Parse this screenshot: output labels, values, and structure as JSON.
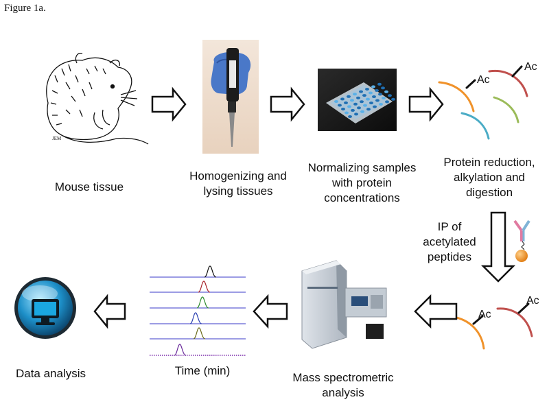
{
  "figure_title": "Figure 1a.",
  "steps": {
    "mouse": "Mouse tissue",
    "homogenize": [
      "Homogenizing and",
      "lysing tissues"
    ],
    "normalize": [
      "Normalizing samples",
      "with protein",
      "concentrations"
    ],
    "reduction": [
      "Protein reduction,",
      "alkylation and",
      "digestion"
    ],
    "ip": [
      "IP of",
      "acetylated",
      "peptides"
    ],
    "mass_spec": [
      "Mass spectrometric",
      "analysis"
    ],
    "time_label": "Time (min)",
    "data_analysis": "Data analysis"
  },
  "peptide_mark": "Ac",
  "mouse_signature": "JEM",
  "colors": {
    "orange": "#f0922a",
    "red": "#c0504d",
    "cyan": "#4bacc6",
    "green": "#9bbb59",
    "antibody_pink": "#e07aa0",
    "antibody_blue": "#7fb3d6",
    "bead": "#f0921e"
  }
}
